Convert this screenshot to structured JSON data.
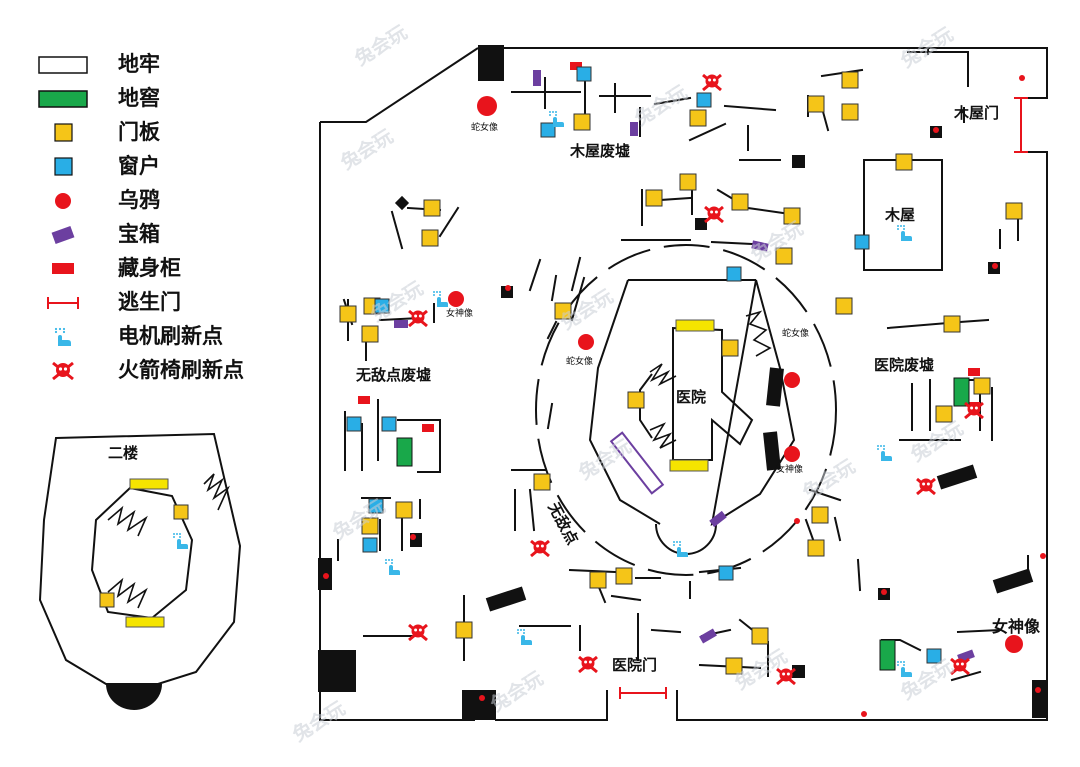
{
  "legend": [
    {
      "key": "dungeon",
      "label": "地牢"
    },
    {
      "key": "cellar",
      "label": "地窖"
    },
    {
      "key": "pallet",
      "label": "门板"
    },
    {
      "key": "window",
      "label": "窗户"
    },
    {
      "key": "crow",
      "label": "乌鸦"
    },
    {
      "key": "chest",
      "label": "宝箱"
    },
    {
      "key": "locker",
      "label": "藏身柜"
    },
    {
      "key": "exit",
      "label": "逃生门"
    },
    {
      "key": "generator",
      "label": "电机刷新点"
    },
    {
      "key": "rocket_chair",
      "label": "火箭椅刷新点"
    }
  ],
  "colors": {
    "pallet": "#f5c518",
    "window": "#29aee6",
    "crow": "#e8141c",
    "chest": "#6c3fa0",
    "locker": "#e8141c",
    "cellar": "#19a84a",
    "exit": "#e8141c",
    "generator": "#39b7e8",
    "rocket": "#e8141c",
    "wall": "#111111",
    "outline": "#111111",
    "hospital_pad": "#f5e400"
  },
  "areas": {
    "wood_ruins": "木屋废墟",
    "wood_house": "木屋",
    "wood_door": "木屋门",
    "invincible_ruins": "无敌点废墟",
    "hospital": "医院",
    "hospital_ruins": "医院废墟",
    "invincible": "无敌点",
    "hospital_gate": "医院门",
    "goddess": "女神像",
    "second_floor": "二楼"
  },
  "statues": {
    "snake_lady": "蛇女像",
    "goddess_small": "女神像"
  },
  "watermark": "兔会玩"
}
